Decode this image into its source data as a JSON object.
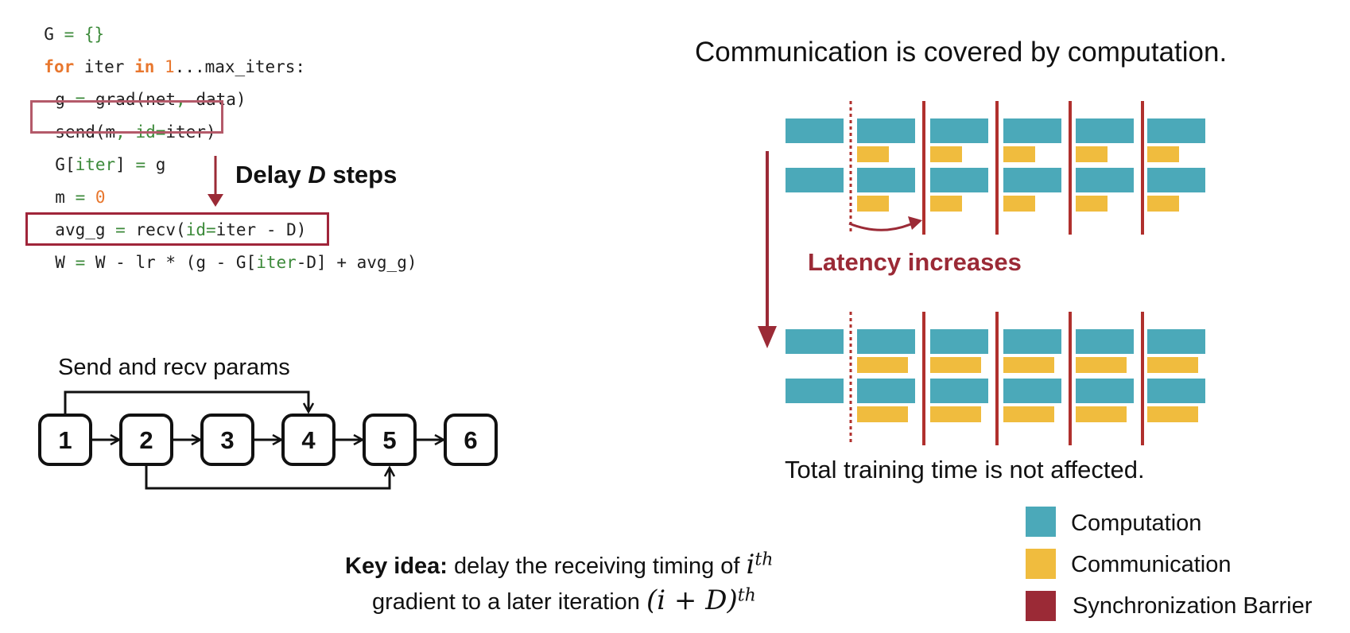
{
  "code": {
    "line1": [
      "G",
      " = ",
      "{}"
    ],
    "line2": [
      "for",
      " iter ",
      "in",
      " ",
      "1",
      "...max_iters:"
    ],
    "line3": [
      "g",
      " = ",
      "grad(net",
      ",",
      " data)"
    ],
    "line4": [
      "send(m",
      ",",
      " id=",
      "iter)"
    ],
    "line5": [
      "G[",
      "iter",
      "] ",
      "=",
      " g"
    ],
    "line6": [
      "m",
      " = ",
      "0"
    ],
    "line7": [
      "avg_g",
      " = ",
      "recv(",
      "id=",
      "iter - D)"
    ],
    "line8": [
      "W",
      " = ",
      "W - lr * (g - G[",
      "iter",
      "-D] + avg_g)"
    ]
  },
  "delay_label": {
    "prefix": "Delay ",
    "var": "D",
    "suffix": " steps"
  },
  "graph": {
    "title": "Send and recv params",
    "nodes": [
      "1",
      "2",
      "3",
      "4",
      "5",
      "6"
    ]
  },
  "key_idea": {
    "bold": "Key idea:",
    "line1": " delay the receiving timing of ",
    "math1_base": "i",
    "math1_sup": "th",
    "line2": "gradient to a later iteration ",
    "math2_base": "(i + D)",
    "math2_sup": "th"
  },
  "timeline": {
    "title": "Communication is covered by computation.",
    "latency_label": "Latency increases",
    "footer": "Total training time is not affected."
  },
  "legend": [
    {
      "label": "Computation",
      "color": "#4ba9b9"
    },
    {
      "label": "Communication",
      "color": "#f0bc3e"
    },
    {
      "label": "Synchronization Barrier",
      "color": "#9b2a36"
    }
  ],
  "colors": {
    "computation": "#4ba9b9",
    "communication": "#f0bc3e",
    "barrier": "#b0302d",
    "arrow": "#9b2a36"
  }
}
